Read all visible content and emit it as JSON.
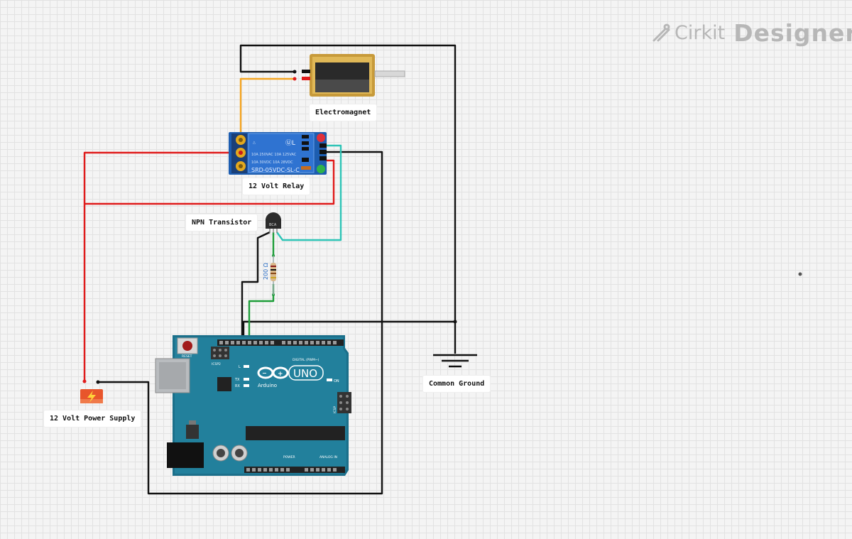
{
  "brand": {
    "name_part1": "Cirkit",
    "name_part2": "Designer"
  },
  "labels": {
    "electromagnet": "Electromagnet",
    "relay": "12 Volt Relay",
    "transistor": "NPN Transistor",
    "power_supply": "12 Volt Power Supply",
    "ground": "Common Ground"
  },
  "relay": {
    "model": "SRD-05VDC-SL-C"
  },
  "transistor": {
    "code": "BCA"
  },
  "resistor": {
    "value": "200 Ω"
  },
  "arduino": {
    "model": "UNO",
    "brand": "Arduino",
    "reset_label": "RESET",
    "icsp2_label": "ICSP2",
    "icsp_label": "ICSP",
    "digital_label": "DIGITAL (PWM~)",
    "power_label": "POWER",
    "analog_label": "ANALOG IN",
    "on_label": "ON",
    "tx_label": "TX",
    "rx_label": "RX",
    "l_label": "L"
  },
  "wire_colors": {
    "black": "#111111",
    "red": "#e01b1b",
    "orange": "#f5a623",
    "teal": "#2ec4b6",
    "green": "#1e9e3a"
  }
}
